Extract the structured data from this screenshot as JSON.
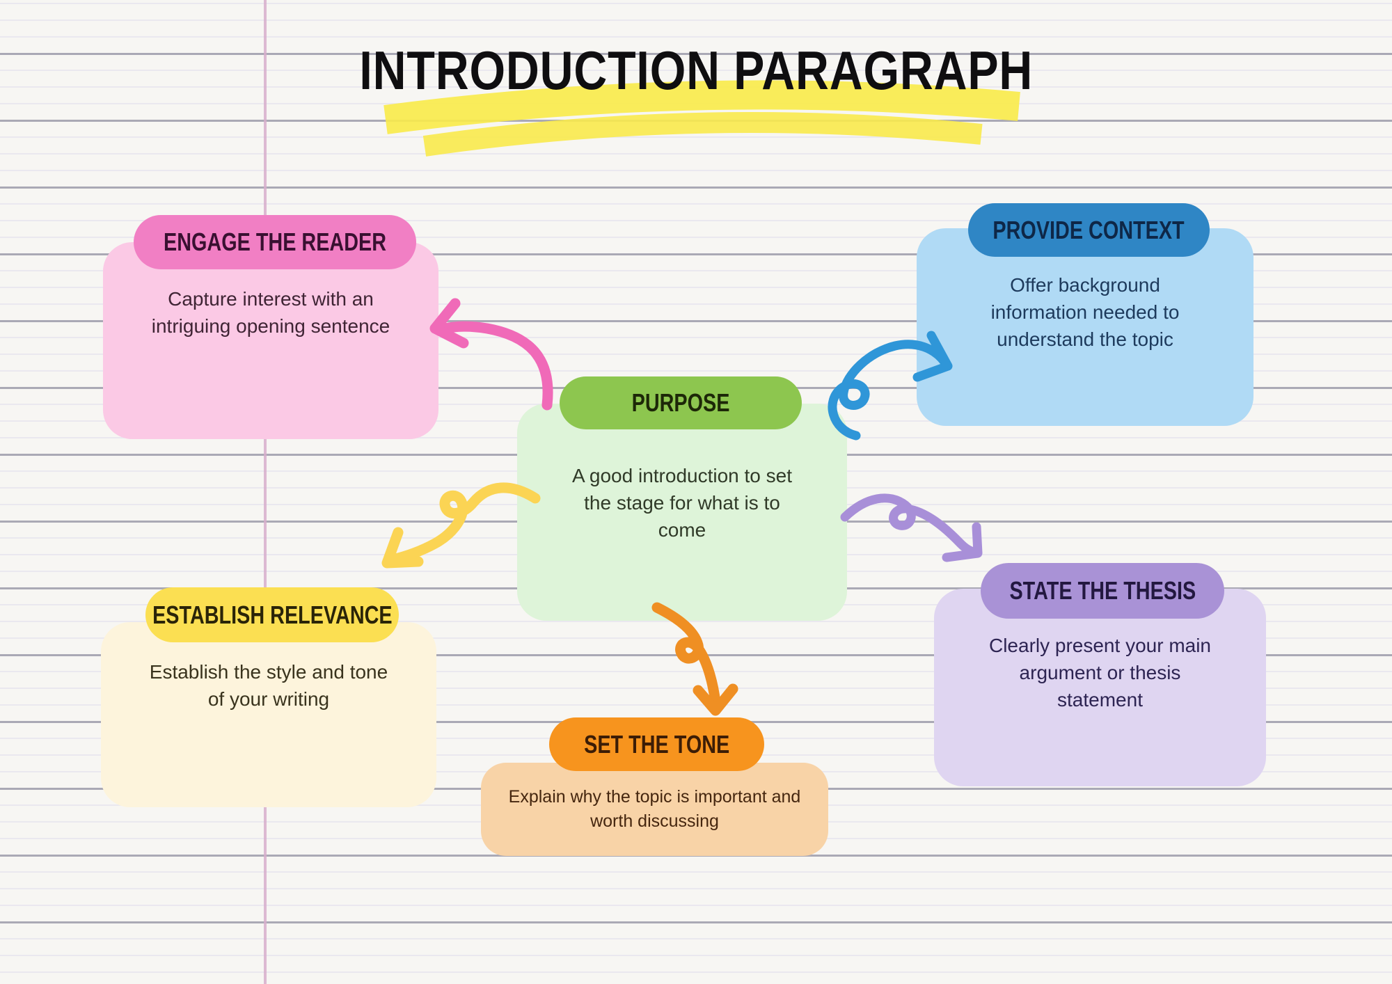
{
  "title": "INTRODUCTION PARAGRAPH",
  "nodes": {
    "purpose": {
      "label": "PURPOSE",
      "description": "A good introduction to set the stage for what is to come",
      "header_color": "#8dc64f",
      "body_color": "#def4d9"
    },
    "engage": {
      "label": "ENGAGE THE READER",
      "description": "Capture interest with an intriguing opening sentence",
      "header_color": "#f17fc4",
      "body_color": "#fbc9e5",
      "arrow_color": "#f06ab8"
    },
    "context": {
      "label": "PROVIDE CONTEXT",
      "description": "Offer background information needed to understand the topic",
      "header_color": "#2f86c5",
      "body_color": "#b0daf5",
      "arrow_color": "#2f96d8"
    },
    "relevance": {
      "label": "ESTABLISH RELEVANCE",
      "description": "Establish the style and tone of your writing",
      "header_color": "#fbdf52",
      "body_color": "#fdf4dc",
      "arrow_color": "#fbd454"
    },
    "thesis": {
      "label": "STATE THE THESIS",
      "description": "Clearly present your main argument or thesis statement",
      "header_color": "#a992d6",
      "body_color": "#dfd5f1",
      "arrow_color": "#a88fd8"
    },
    "tone": {
      "label": "SET THE TONE",
      "description": "Explain why the topic is important and worth discussing",
      "header_color": "#f7941e",
      "body_color": "#f8d3a7",
      "arrow_color": "#ef8f23"
    }
  },
  "decorations": {
    "title_highlight_color": "#f8ea4d",
    "notebook_margin_line_color": "#d7aecb",
    "notebook_line_color": "#aaa9b5"
  }
}
